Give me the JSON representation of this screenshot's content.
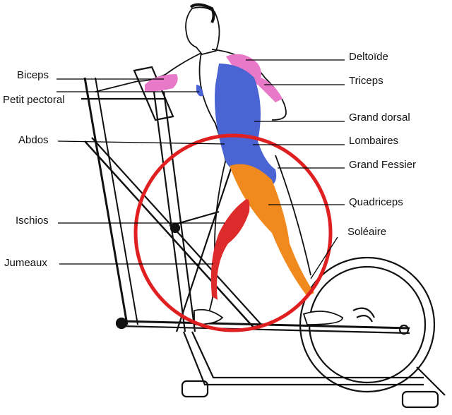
{
  "labels_left": [
    "Biceps",
    "Petit pectoral",
    "Abdos",
    "Ischios",
    "Jumeaux"
  ],
  "labels_right": [
    "Deltoïde",
    "Triceps",
    "Grand dorsal",
    "Lombaires",
    "Grand Fessier",
    "Quadriceps",
    "Soléaire"
  ],
  "colors": {
    "deltoid": "#e879c8",
    "back": "#4a64d4",
    "quadriceps": "#f08a1e",
    "hamstrings": "#dd2a2a",
    "circle": "#e02020",
    "lines": "#000000"
  }
}
